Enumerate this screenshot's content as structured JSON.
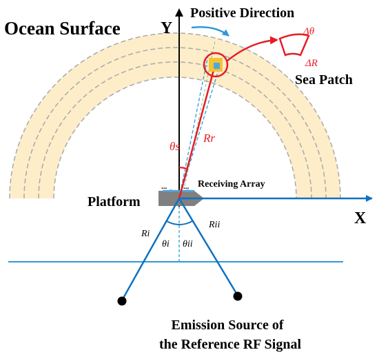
{
  "labels": {
    "ocean_surface": "Ocean Surface",
    "positive_direction": "Positive Direction",
    "axis_y": "Y",
    "axis_x": "X",
    "delta_theta": "Δθ",
    "delta_r": "ΔR",
    "sea_patch": "Sea Patch",
    "theta_s": "θs",
    "r_r": "Rr",
    "receiving_array": "Receiving Array",
    "dots_left": "...",
    "dots_right": "...",
    "platform": "Platform",
    "r_i": "Ri",
    "r_ii": "Rii",
    "theta_i": "θi",
    "theta_ii": "θii",
    "emission_line1": "Emission Source of",
    "emission_line2": "the Reference RF Signal"
  },
  "colors": {
    "ring_fill": "#fdedc9",
    "ring_dash": "#a9a9a9",
    "blue": "#0f71c1",
    "light_blue": "#2d9ad8",
    "red": "#e41d25",
    "platform_gray": "#808080",
    "patch_yellow": "#f5c232",
    "patch_blue": "#4fa7e0",
    "text": "#000000"
  }
}
